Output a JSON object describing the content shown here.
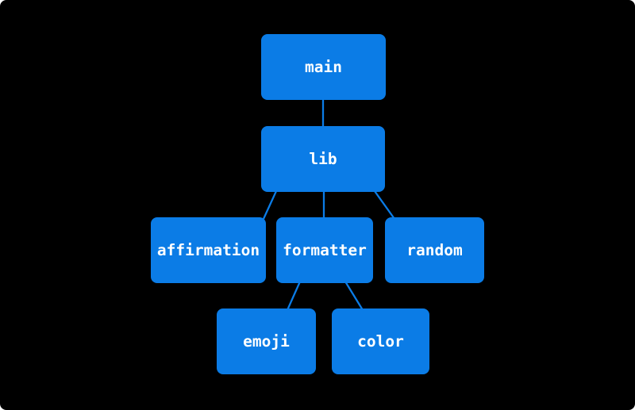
{
  "diagram": {
    "type": "dependency-tree",
    "theme": {
      "background": "#000000",
      "node_fill": "#0b7ce6",
      "edge_color": "#0b7ce6",
      "text_color": "#ffffff"
    },
    "nodes": [
      {
        "id": "main",
        "label": "main"
      },
      {
        "id": "lib",
        "label": "lib"
      },
      {
        "id": "affirmation",
        "label": "affirmation"
      },
      {
        "id": "formatter",
        "label": "formatter"
      },
      {
        "id": "random",
        "label": "random"
      },
      {
        "id": "emoji",
        "label": "emoji"
      },
      {
        "id": "color",
        "label": "color"
      }
    ],
    "edges": [
      {
        "from": "main",
        "to": "lib"
      },
      {
        "from": "lib",
        "to": "affirmation"
      },
      {
        "from": "lib",
        "to": "formatter"
      },
      {
        "from": "lib",
        "to": "random"
      },
      {
        "from": "formatter",
        "to": "emoji"
      },
      {
        "from": "formatter",
        "to": "color"
      }
    ]
  }
}
